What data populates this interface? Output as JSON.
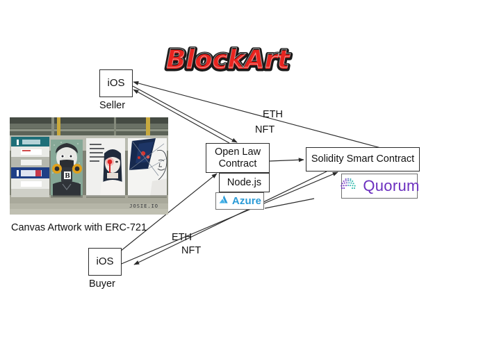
{
  "title": {
    "brand": "BlockArt",
    "brand_color": "#e8241f",
    "brand_outline": "#1a1a1a"
  },
  "nodes": {
    "seller_app": {
      "label": "iOS",
      "caption": "Seller"
    },
    "buyer_app": {
      "label": "iOS",
      "caption": "Buyer"
    },
    "open_law": {
      "label": "Open Law\nContract"
    },
    "node_js": {
      "label": "Node.js"
    },
    "azure": {
      "label": "Azure",
      "icon": "azure-logo-icon",
      "color": "#2a9ad6"
    },
    "solidity": {
      "label": "Solidity Smart Contract"
    },
    "quorum": {
      "label": "Quorum",
      "icon": "quorum-logo-icon",
      "color": "#6b2fbf"
    }
  },
  "photo": {
    "caption": "Canvas Artwork with ERC-721",
    "watermark": "JOSIE.IO",
    "mural_letter": "B",
    "alt": "street-art canvases in warehouse"
  },
  "edge_labels": {
    "top_eth": "ETH",
    "top_nft": "NFT",
    "bottom_eth": "ETH",
    "bottom_nft": "NFT"
  }
}
